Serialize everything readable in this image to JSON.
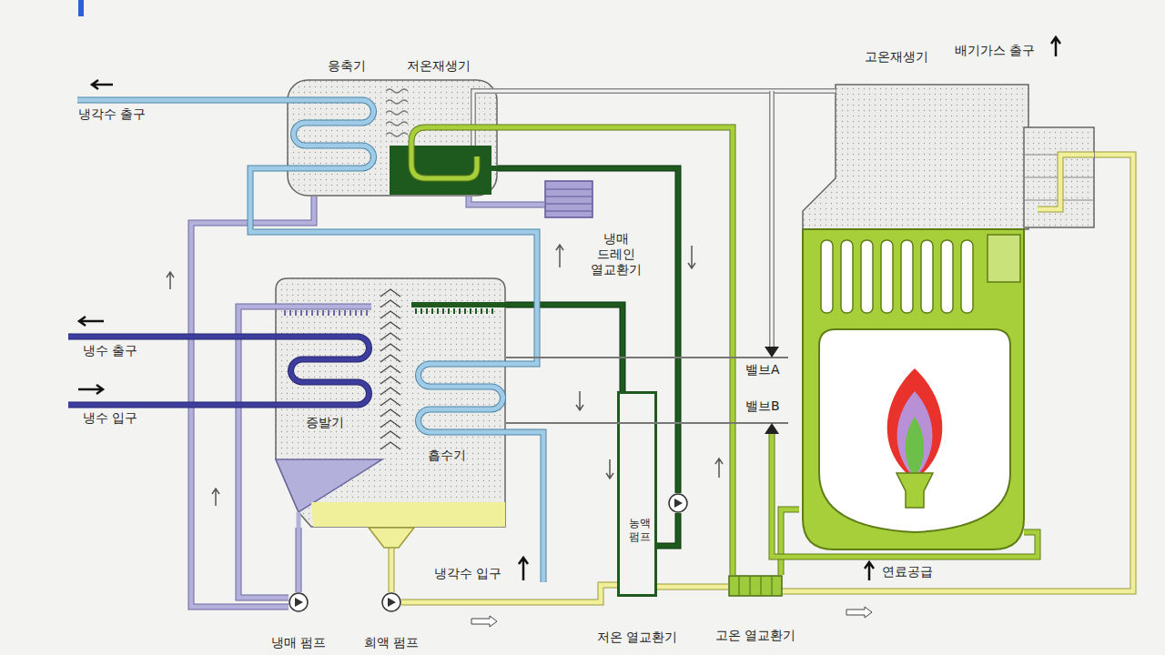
{
  "diagram": {
    "nodes": [
      {
        "text": [
          "응축기",
          "저온재생기"
        ]
      },
      {
        "text": [
          "증발기",
          "흡수기"
        ]
      },
      {
        "text": [
          "고온재생기"
        ]
      },
      {
        "text": [
          "냉매 펌프"
        ]
      },
      {
        "text": [
          "희액 펌프"
        ]
      },
      {
        "text": [
          "농액 펌프"
        ]
      },
      {
        "text": [
          "저온 열교환기"
        ]
      },
      {
        "text": [
          "고온 열교환기"
        ]
      },
      {
        "text": [
          "냉매 드레인 열교환기"
        ]
      }
    ],
    "edges": [
      {
        "from": 1,
        "to": 3,
        "arrow": "none"
      },
      {
        "from": 3,
        "to": 1,
        "arrow": "none"
      },
      {
        "from": 0,
        "to": 3,
        "arrow": "none"
      },
      {
        "from": 1,
        "to": 4,
        "arrow": "none"
      },
      {
        "from": 4,
        "to": 6,
        "arrow": "none"
      },
      {
        "from": 6,
        "to": 7,
        "arrow": "none"
      },
      {
        "from": 7,
        "to": 2,
        "arrow": "none"
      },
      {
        "from": 2,
        "to": 7,
        "arrow": "none"
      },
      {
        "from": 7,
        "to": 0,
        "arrow": "none"
      },
      {
        "from": 0,
        "to": 5,
        "arrow": "none"
      },
      {
        "from": 5,
        "to": 6,
        "arrow": "none"
      },
      {
        "from": 6,
        "to": 1,
        "arrow": "none"
      },
      {
        "from": 0,
        "to": 8,
        "arrow": "none"
      },
      {
        "from": 2,
        "to": 0,
        "arrow": "none"
      }
    ],
    "labels": [
      "냉각수 출구",
      "배기가스 출구",
      "밸브A",
      "밸브B",
      "냉수 출구",
      "냉수 입구",
      "냉각수 입구",
      "연료공급"
    ]
  }
}
